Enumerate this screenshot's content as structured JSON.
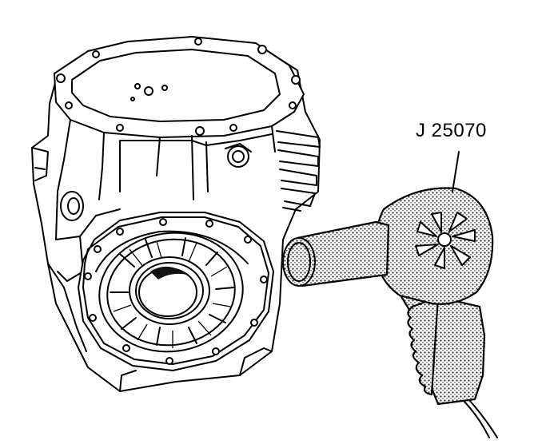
{
  "figure": {
    "callout_label": "J 25070",
    "parts": [
      "transaxle-case",
      "pump-cover-flange",
      "heat-gun"
    ]
  },
  "colors": {
    "line": "#000000",
    "background": "#ffffff",
    "stipple": "#555555"
  }
}
